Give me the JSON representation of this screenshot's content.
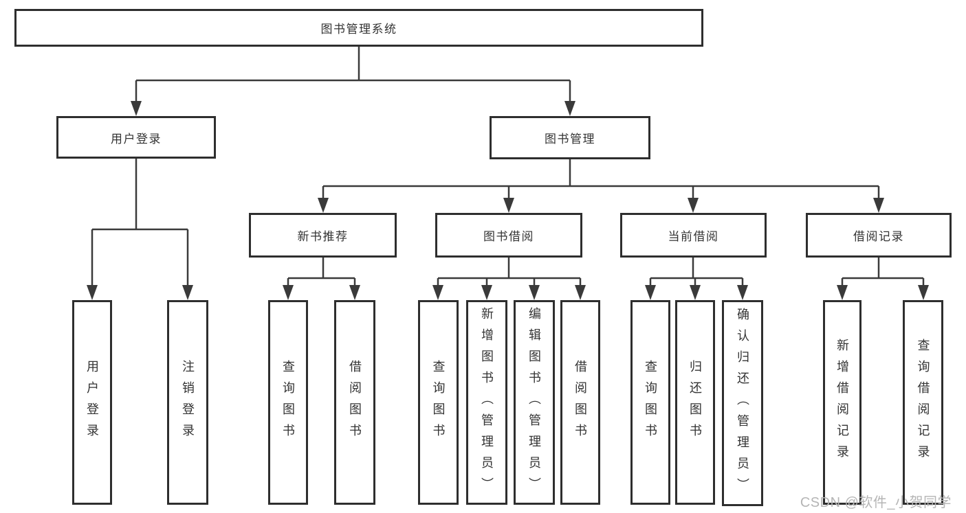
{
  "tree": {
    "root": "图书管理系统",
    "branches": [
      {
        "label": "用户登录",
        "leaves": [
          "用户登录",
          "注销登录"
        ]
      },
      {
        "label": "图书管理",
        "modules": [
          {
            "label": "新书推荐",
            "leaves": [
              "查询图书",
              "借阅图书"
            ]
          },
          {
            "label": "图书借阅",
            "leaves": [
              "查询图书",
              "新增图书（管理员）",
              "编辑图书（管理员）",
              "借阅图书"
            ]
          },
          {
            "label": "当前借阅",
            "leaves": [
              "查询图书",
              "归还图书",
              "确认归还（管理员）"
            ]
          },
          {
            "label": "借阅记录",
            "leaves": [
              "新增借阅记录",
              "查询借阅记录"
            ]
          }
        ]
      }
    ]
  },
  "watermark": {
    "text": "CSDN @软件_小贺同学"
  },
  "colors": {
    "background": "#ffffff",
    "box_border": "#2e2e2e",
    "line": "#3a3a3a",
    "text": "#333333",
    "watermark": "#b5b5b5"
  }
}
